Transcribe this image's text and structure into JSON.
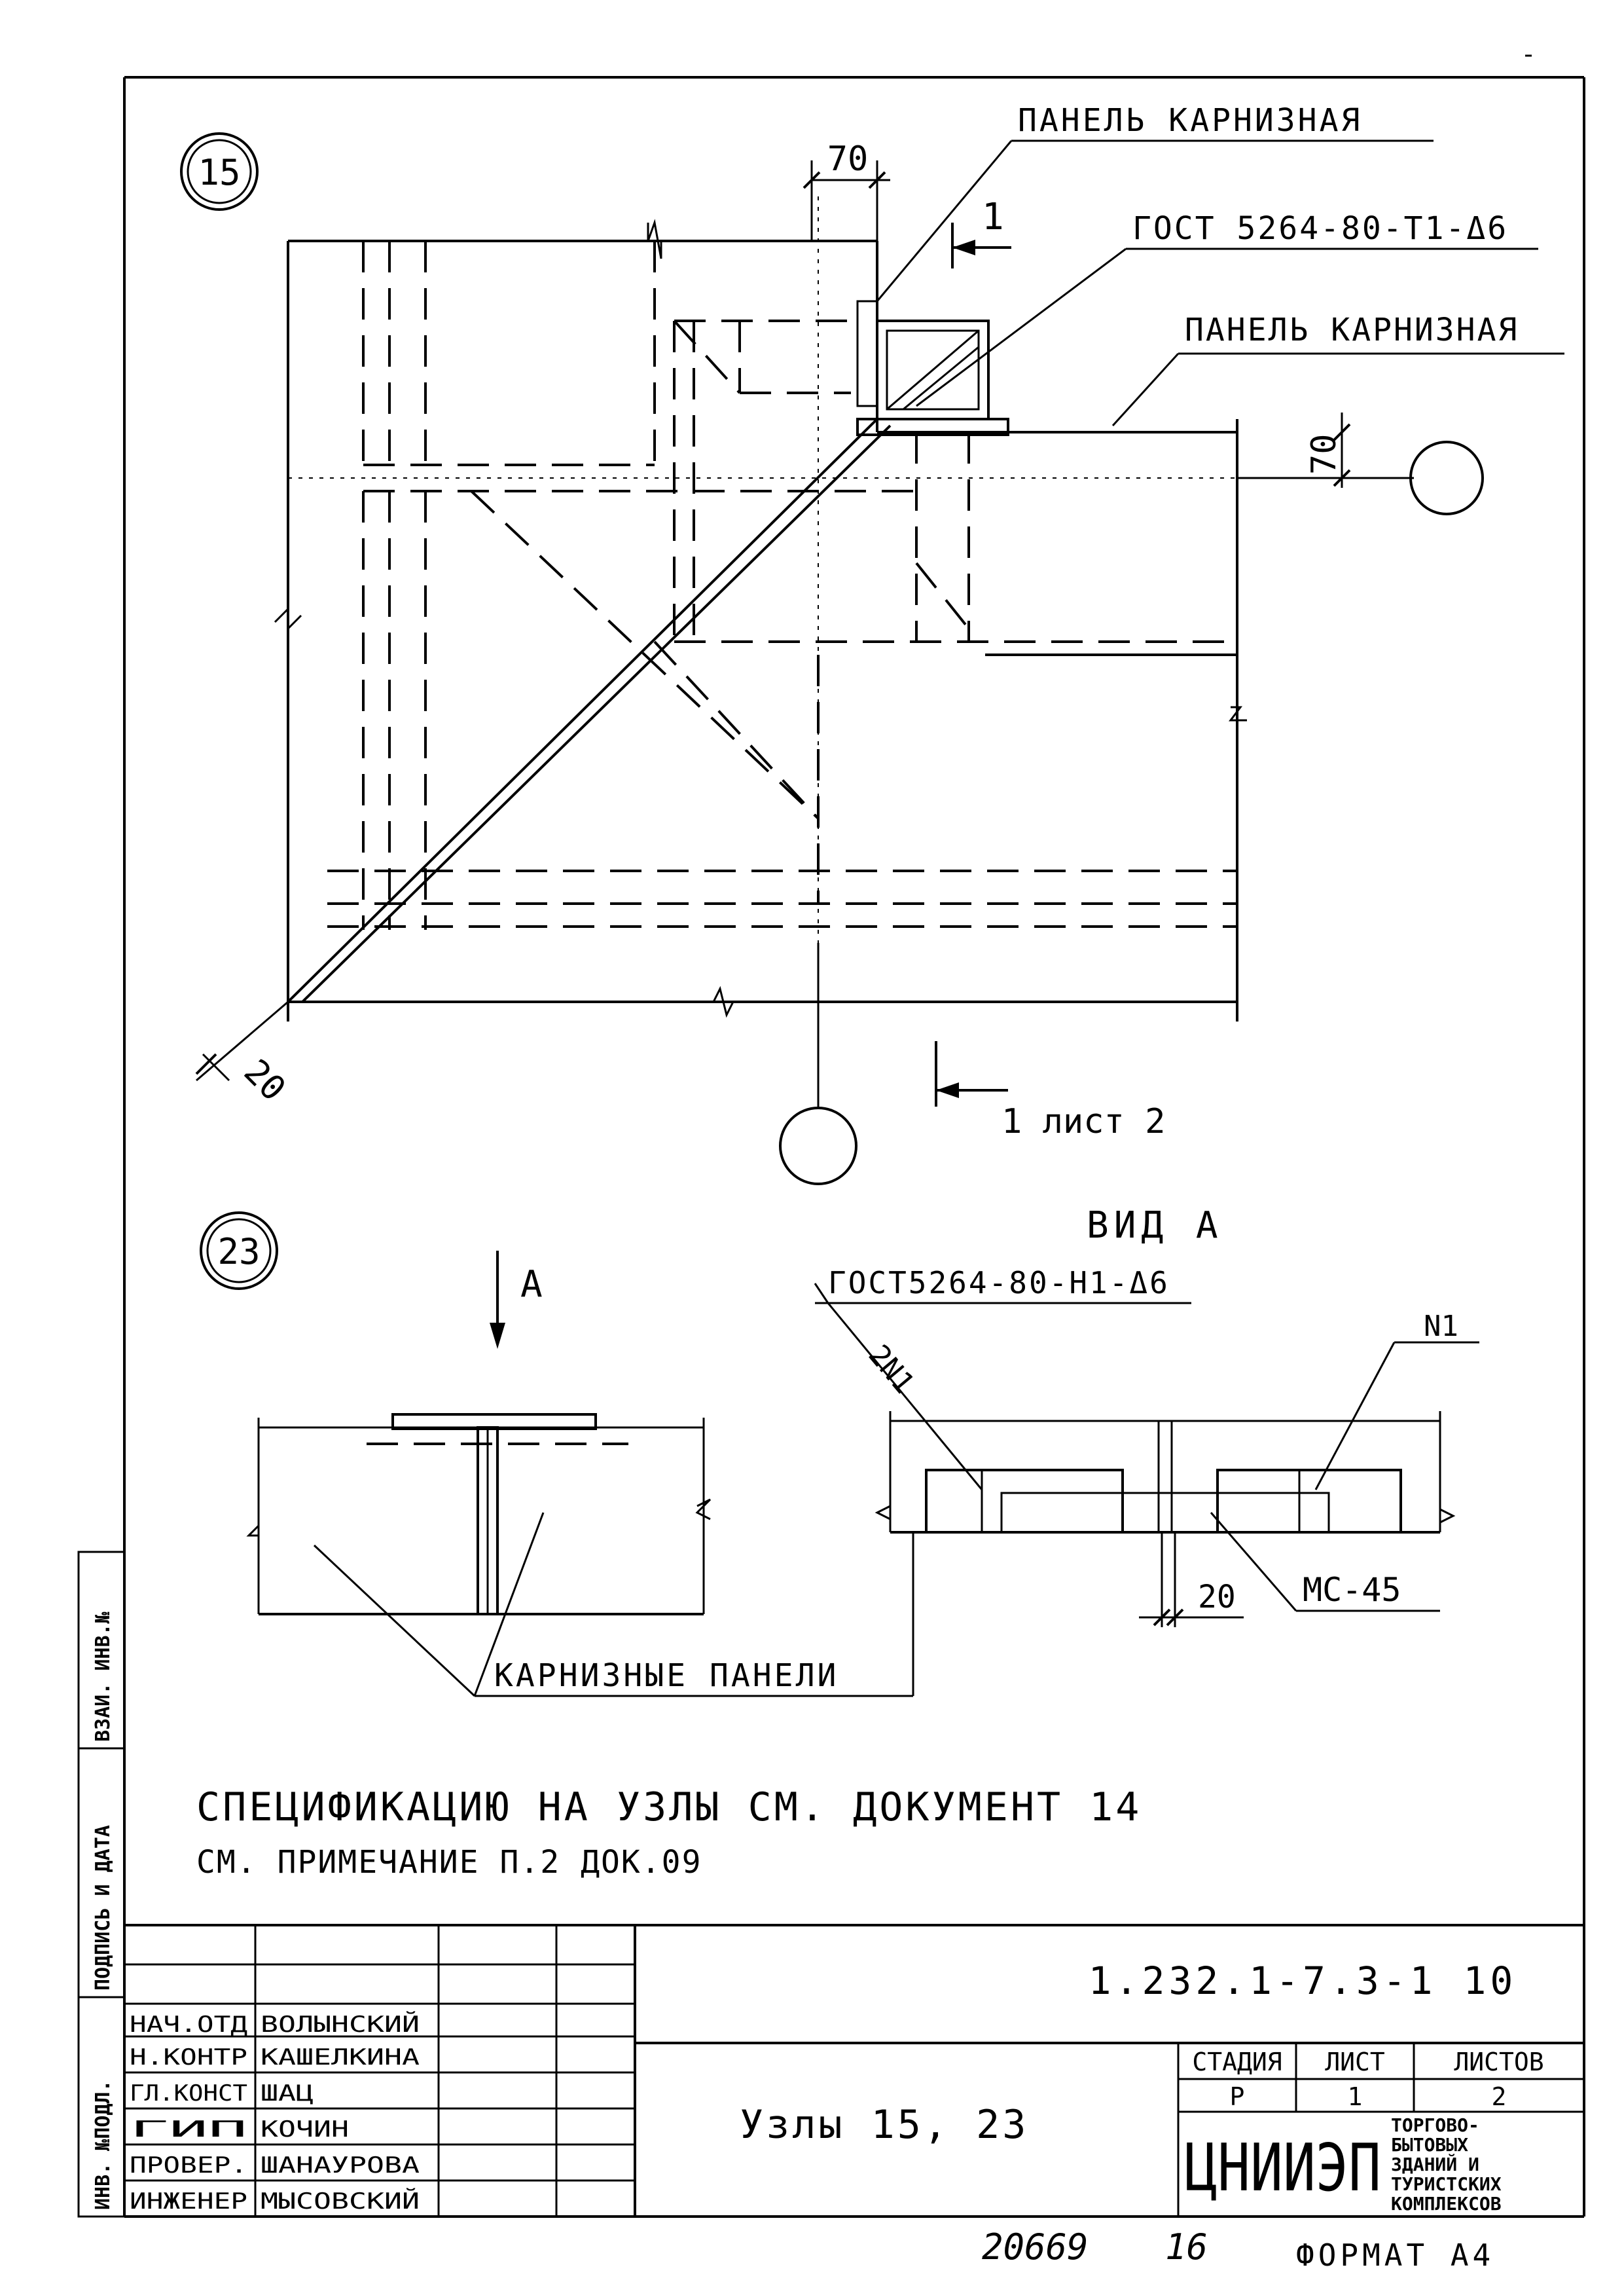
{
  "node15": {
    "number": "15",
    "label_panel_top": "ПАНЕЛЬ КАРНИЗНАЯ",
    "label_gost": "ГОСТ 5264-80-Т1-Δ6",
    "label_panel_right": "ПАНЕЛЬ КАРНИЗНАЯ",
    "dim_70_top": "70",
    "dim_70_right": "70",
    "dim_20": "20",
    "section_mark": "1",
    "section_ref": "1 лист 2"
  },
  "node23": {
    "number": "23",
    "view_label": "ВИД А",
    "arrow_label": "А",
    "gost": "ГОСТ5264-80-Н1-Δ6",
    "label_2n1": "2N1",
    "label_n1": "N1",
    "dim_20": "20",
    "label_mc": "МС-45",
    "panels_label": "КАРНИЗНЫЕ ПАНЕЛИ"
  },
  "notes": {
    "line1": "СПЕЦИФИКАЦИЮ НА УЗЛЫ СМ. ДОКУМЕНТ 14",
    "line2": "СМ. ПРИМЕЧАНИЕ П.2 ДОК.09"
  },
  "side_stamp": {
    "cell1": "ВЗАИ. ИНВ.№",
    "cell2": "ПОДПИСЬ И ДАТА",
    "cell3": "ИНВ. №ПОДЛ."
  },
  "title_block": {
    "code": "1.232.1-7.3-1 10",
    "title": "Узлы 15, 23",
    "stage_header": "СТАДИЯ",
    "sheet_header": "ЛИСТ",
    "sheets_header": "ЛИСТОВ",
    "stage": "Р",
    "sheet": "1",
    "sheets": "2",
    "org_logo": "ЦНИИЭП",
    "org_lines": [
      "ТОРГОВО-",
      "БЫТОВЫХ",
      "ЗДАНИЙ И",
      "ТУРИСТСКИХ",
      "КОМПЛЕКСОВ"
    ],
    "staff": [
      {
        "role": "НАЧ.ОТД",
        "name": "ВОЛЫНСКИЙ"
      },
      {
        "role": "Н.КОНТР",
        "name": "КАШЕЛКИНА"
      },
      {
        "role": "ГЛ.КОНСТ",
        "name": "ШАЦ"
      },
      {
        "role": "ГИП",
        "name": "КОЧИН"
      },
      {
        "role": "ПРОВЕР.",
        "name": "ШАНАУРОВА"
      },
      {
        "role": "ИНЖЕНЕР",
        "name": "МЫСОВСКИЙ"
      }
    ]
  },
  "footer": {
    "number": "20669",
    "page": "16",
    "format": "ФОРМАТ А4"
  }
}
